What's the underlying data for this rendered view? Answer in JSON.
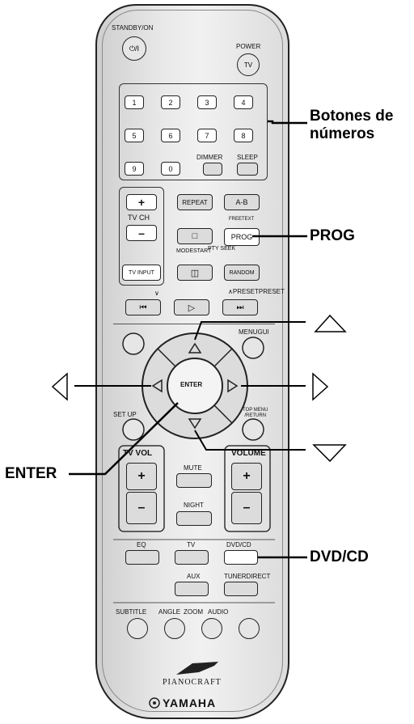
{
  "callouts": {
    "number_buttons": "Botones de\nnúmeros",
    "prog": "PROG",
    "enter": "ENTER",
    "dvd_cd": "DVD/CD"
  },
  "remote": {
    "standby": {
      "label": "STANDBY/ON",
      "glyph": "⏻/I"
    },
    "power_tv": {
      "label": "POWER",
      "glyph": "TV"
    },
    "numbers": [
      "1",
      "2",
      "3",
      "4",
      "5",
      "6",
      "7",
      "8",
      "9",
      "0"
    ],
    "dimmer": "DIMMER",
    "sleep": "SLEEP",
    "tv_ch": {
      "plus": "+",
      "label": "TV CH",
      "minus": "–"
    },
    "repeat": "REPEAT",
    "a_b": "A-B",
    "freetext": "FREETEXT",
    "stop_glyph": "□",
    "prog": "PROG",
    "mode": "MODE",
    "start": "START",
    "pty_seek": "PTY SEEK",
    "tv_input": "TV INPUT",
    "pause_glyph": "◫",
    "random": "RANDOM",
    "preset_left": "∨",
    "preset_right": "∧PRESETPRESET",
    "skip_back": "⏮",
    "play": "▷",
    "skip_fwd": "⏭",
    "menu_gui": "MENUGUI",
    "enter": "ENTER",
    "set_up": "SET UP",
    "top_menu": "TOP MENU\n/RETURN",
    "tv_vol": "TV VOL",
    "volume": "VOLUME",
    "mute": "MUTE",
    "night": "NIGHT",
    "plus": "+",
    "minus": "–",
    "eq": "EQ",
    "tv": "TV",
    "dvd_cd": "DVD/CD",
    "aux": "AUX",
    "tuner_direct": "TUNERDIRECT",
    "subtitle": "SUBTITLE",
    "angle": "ANGLE",
    "zoom": "ZOOM",
    "audio": "AUDIO",
    "brand_line": "PIANOCRAFT",
    "brand": "YAMAHA"
  }
}
